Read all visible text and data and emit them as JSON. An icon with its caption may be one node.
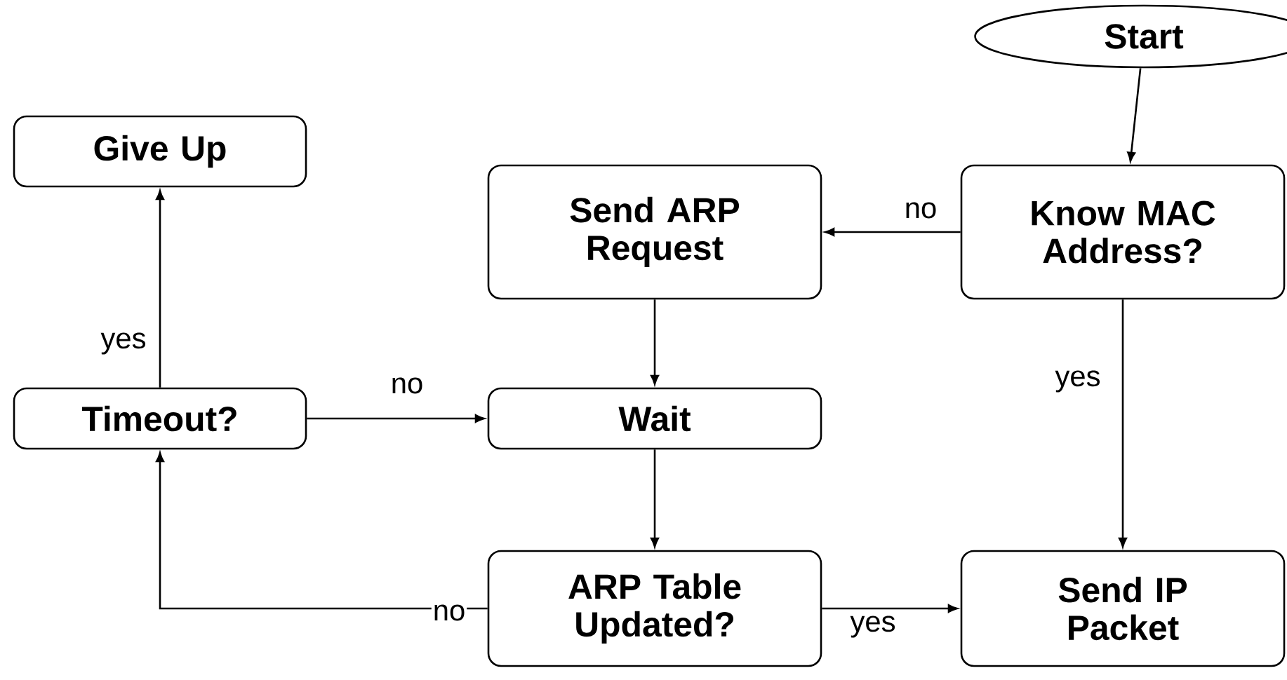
{
  "diagram": {
    "nodes": [
      {
        "text": [
          "Start"
        ]
      },
      {
        "text": [
          "Know MAC Address?"
        ]
      },
      {
        "text": [
          "Send ARP Request"
        ]
      },
      {
        "text": [
          "Give Up"
        ]
      },
      {
        "text": [
          "Timeout?"
        ]
      },
      {
        "text": [
          "Wait"
        ]
      },
      {
        "text": [
          "ARP Table Updated?"
        ]
      },
      {
        "text": [
          "Send IP Packet"
        ]
      }
    ],
    "edges": [
      {
        "from": 0,
        "to": 1,
        "arrow": "to"
      },
      {
        "from": 1,
        "to": 2,
        "arrow": "to",
        "label": "no"
      },
      {
        "from": 1,
        "to": 7,
        "arrow": "to",
        "label": "yes"
      },
      {
        "from": 2,
        "to": 5,
        "arrow": "to"
      },
      {
        "from": 5,
        "to": 6,
        "arrow": "to"
      },
      {
        "from": 6,
        "to": 7,
        "arrow": "to",
        "label": "yes"
      },
      {
        "from": 6,
        "to": 4,
        "arrow": "to",
        "label": "no"
      },
      {
        "from": 4,
        "to": 5,
        "arrow": "to",
        "label": "no"
      },
      {
        "from": 4,
        "to": 3,
        "arrow": "to",
        "label": "yes"
      }
    ]
  }
}
